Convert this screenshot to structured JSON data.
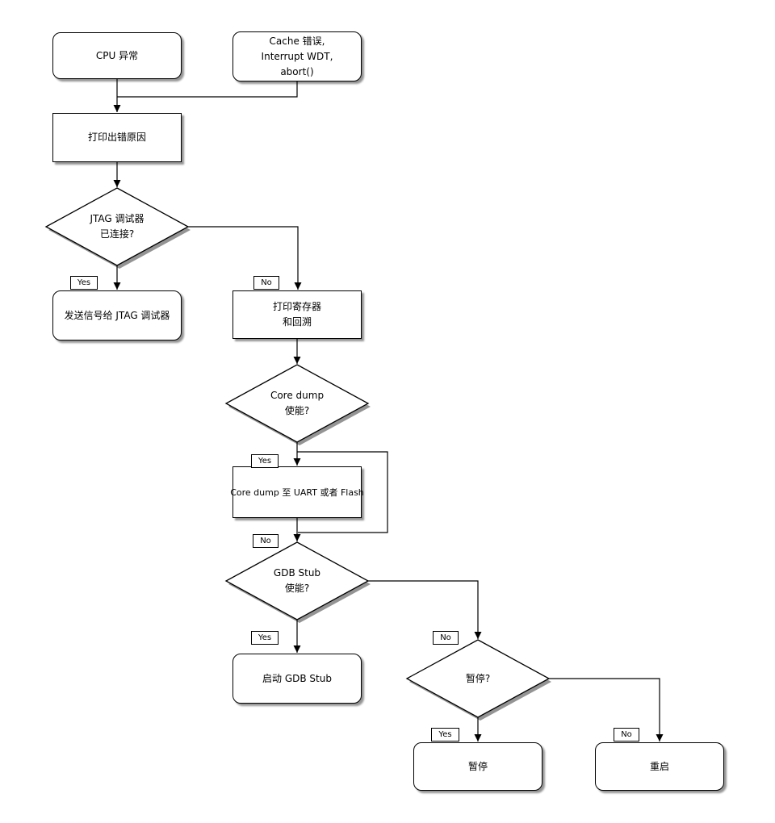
{
  "diagram": {
    "type": "flowchart",
    "nodes": {
      "cpu_exception": {
        "label": "CPU 异常"
      },
      "cache_error": {
        "lines": [
          "Cache 错误,",
          "Interrupt WDT,",
          "abort()"
        ]
      },
      "print_error_cause": {
        "label": "打印出错原因"
      },
      "jtag_connected": {
        "lines": [
          "JTAG 调试器",
          "已连接?"
        ]
      },
      "send_signal_jtag": {
        "label": "发送信号给 JTAG 调试器"
      },
      "print_registers": {
        "lines": [
          "打印寄存器",
          "和回溯"
        ]
      },
      "core_dump_enabled": {
        "lines": [
          "Core dump",
          "使能?"
        ]
      },
      "core_dump_uart_flash": {
        "label": "Core dump 至 UART 或者 Flash"
      },
      "gdb_stub_enabled": {
        "lines": [
          "GDB Stub",
          "使能?"
        ]
      },
      "start_gdb_stub": {
        "label": "启动 GDB Stub"
      },
      "halt_question": {
        "label": "暂停?"
      },
      "halt": {
        "label": "暂停"
      },
      "reboot": {
        "label": "重启"
      }
    },
    "edge_labels": {
      "yes": "Yes",
      "no": "No"
    },
    "colors": {
      "background": "#ffffff",
      "node_fill": "#ffffff",
      "node_border": "#000000",
      "edge": "#000000",
      "shadow": "#a0a0a0",
      "text": "#000000"
    }
  }
}
